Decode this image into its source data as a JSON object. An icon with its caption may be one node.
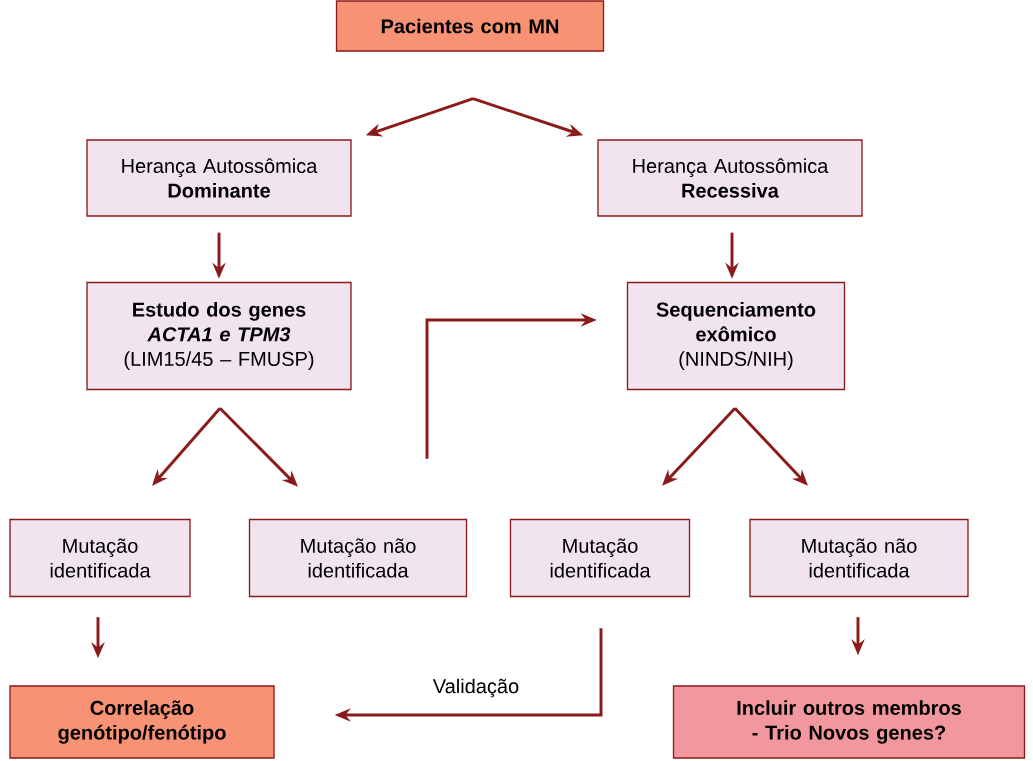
{
  "diagram": {
    "nodes": [
      {
        "text": [
          "Pacientes com MN"
        ]
      },
      {
        "text": [
          "Herança Autossômica **Dominante**"
        ]
      },
      {
        "text": [
          "Herança Autossômica **Recessiva**"
        ]
      },
      {
        "text": [
          "Estudo dos genes *ACTA1 e TPM3*",
          "(LIM15/45 – FMUSP)"
        ]
      },
      {
        "text": [
          "Sequenciamento exômico",
          "(NINDS/NIH)"
        ]
      },
      {
        "text": [
          "Mutação identificada"
        ]
      },
      {
        "text": [
          "Mutação não identificada"
        ]
      },
      {
        "text": [
          "Mutação identificada"
        ]
      },
      {
        "text": [
          "Mutação não identificada"
        ]
      },
      {
        "text": [
          "Correlação genótipo/fenótipo"
        ]
      },
      {
        "text": [
          "Incluir outros membros - Trio Novos genes?"
        ]
      }
    ],
    "edges": [
      {
        "from": 0,
        "to": 1,
        "arrow": "to"
      },
      {
        "from": 0,
        "to": 2,
        "arrow": "to"
      },
      {
        "from": 1,
        "to": 3,
        "arrow": "to"
      },
      {
        "from": 2,
        "to": 4,
        "arrow": "to"
      },
      {
        "from": 3,
        "to": 5,
        "arrow": "to"
      },
      {
        "from": 3,
        "to": 6,
        "arrow": "to"
      },
      {
        "from": 4,
        "to": 7,
        "arrow": "to"
      },
      {
        "from": 4,
        "to": 8,
        "arrow": "to"
      },
      {
        "from": 6,
        "to": 4,
        "arrow": "to"
      },
      {
        "from": 5,
        "to": 9,
        "arrow": "to"
      },
      {
        "from": 7,
        "to": 9,
        "arrow": "to",
        "label": "Validação"
      },
      {
        "from": 8,
        "to": 10,
        "arrow": "to"
      }
    ]
  }
}
